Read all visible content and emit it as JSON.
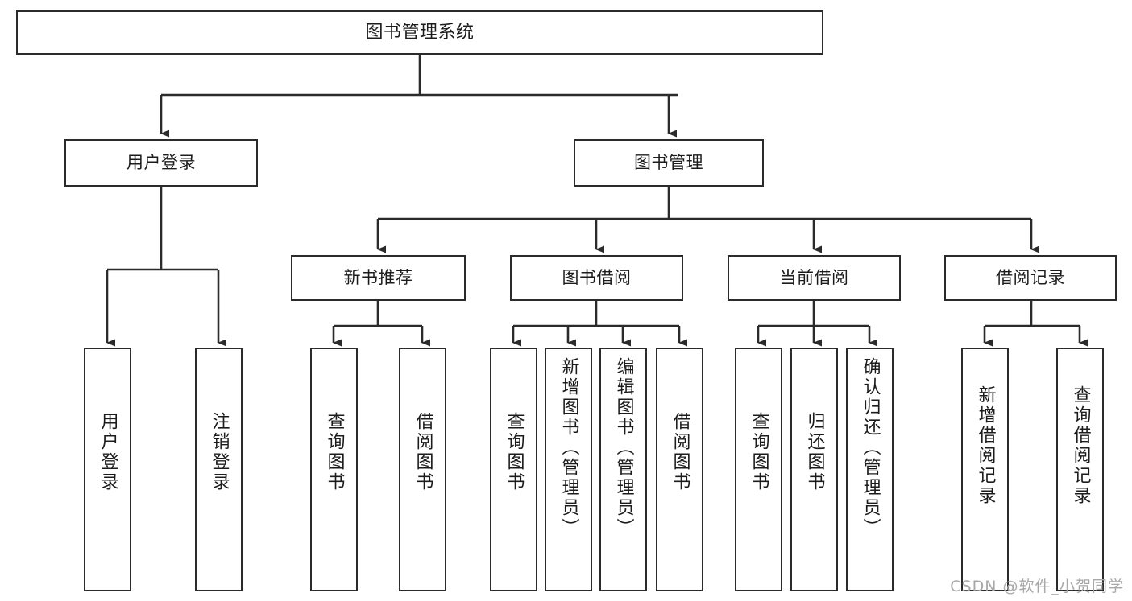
{
  "diagram": {
    "title": "图书管理系统",
    "type": "tree-hierarchy-chart",
    "line_color": "#2b2b2b",
    "box_fill": "#ffffff",
    "text_color": "#1c1c1c"
  },
  "nodes": {
    "root": {
      "label": "图书管理系统",
      "orientation": "horizontal"
    },
    "level1": [
      {
        "id": "user-login",
        "label": "用户登录",
        "orientation": "horizontal"
      },
      {
        "id": "book-manage",
        "label": "图书管理",
        "orientation": "horizontal"
      }
    ],
    "level2": [
      {
        "id": "new-book-recommend",
        "label": "新书推荐",
        "orientation": "horizontal"
      },
      {
        "id": "book-borrow",
        "label": "图书借阅",
        "orientation": "horizontal"
      },
      {
        "id": "current-borrow",
        "label": "当前借阅",
        "orientation": "horizontal"
      },
      {
        "id": "borrow-record",
        "label": "借阅记录",
        "orientation": "horizontal"
      }
    ],
    "leaves": [
      {
        "id": "leaf-user-login",
        "label": "用户登录",
        "orientation": "vertical",
        "parent": "user-login"
      },
      {
        "id": "leaf-user-logout",
        "label": "注销登录",
        "orientation": "vertical",
        "parent": "user-login"
      },
      {
        "id": "leaf-query-book-1",
        "label": "查询图书",
        "orientation": "vertical",
        "parent": "new-book-recommend"
      },
      {
        "id": "leaf-borrow-book-1",
        "label": "借阅图书",
        "orientation": "vertical",
        "parent": "new-book-recommend"
      },
      {
        "id": "leaf-query-book-2",
        "label": "查询图书",
        "orientation": "vertical",
        "parent": "book-borrow"
      },
      {
        "id": "leaf-add-book",
        "label": "新增图书（管理员）",
        "orientation": "vertical",
        "parent": "book-borrow"
      },
      {
        "id": "leaf-edit-book",
        "label": "编辑图书（管理员）",
        "orientation": "vertical",
        "parent": "book-borrow"
      },
      {
        "id": "leaf-borrow-book-2",
        "label": "借阅图书",
        "orientation": "vertical",
        "parent": "book-borrow"
      },
      {
        "id": "leaf-query-book-3",
        "label": "查询图书",
        "orientation": "vertical",
        "parent": "current-borrow"
      },
      {
        "id": "leaf-return-book",
        "label": "归还图书",
        "orientation": "vertical",
        "parent": "current-borrow"
      },
      {
        "id": "leaf-confirm-return",
        "label": "确认归还（管理员）",
        "orientation": "vertical",
        "parent": "current-borrow"
      },
      {
        "id": "leaf-add-record",
        "label": "新增借阅记录",
        "orientation": "vertical",
        "parent": "borrow-record"
      },
      {
        "id": "leaf-query-record",
        "label": "查询借阅记录",
        "orientation": "vertical",
        "parent": "borrow-record"
      }
    ]
  },
  "watermark": {
    "text": "CSDN @软件_小贺同学"
  }
}
